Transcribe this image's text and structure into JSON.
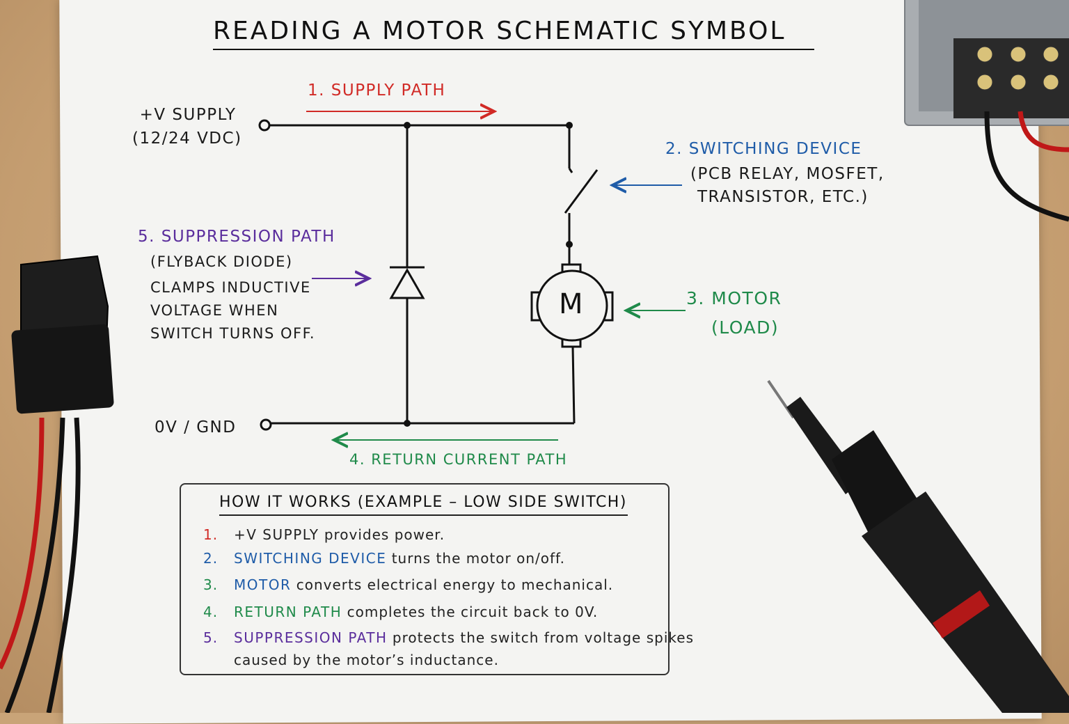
{
  "title": "READING A MOTOR SCHEMATIC SYMBOL",
  "supply": {
    "line1": "+V SUPPLY",
    "line2": "(12/24 VDC)"
  },
  "ground": "0V / GND",
  "labels": {
    "supply_path": "1. SUPPLY PATH",
    "switch_title": "2. SWITCHING DEVICE",
    "switch_line2": "(PCB RELAY, MOSFET,",
    "switch_line3": "TRANSISTOR, ETC.)",
    "motor_title": "3. MOTOR",
    "motor_line2": "(LOAD)",
    "return_path": "4. RETURN CURRENT PATH",
    "suppression_title": "5. SUPPRESSION PATH",
    "suppression_line2": "(FLYBACK DIODE)",
    "suppression_line3": "CLAMPS INDUCTIVE",
    "suppression_line4": "VOLTAGE WHEN",
    "suppression_line5": "SWITCH TURNS OFF."
  },
  "motor_symbol": "M",
  "how_it_works": {
    "heading": "HOW IT WORKS (EXAMPLE – LOW SIDE SWITCH)",
    "steps": [
      {
        "num": "1.",
        "keyword": "+V SUPPLY",
        "text": "provides power."
      },
      {
        "num": "2.",
        "keyword": "SWITCHING DEVICE",
        "text": "turns the motor on/off."
      },
      {
        "num": "3.",
        "keyword": "MOTOR",
        "text": "converts electrical energy to mechanical."
      },
      {
        "num": "4.",
        "keyword": "RETURN PATH",
        "text": "completes the circuit back to 0V."
      },
      {
        "num": "5.",
        "keyword": "SUPPRESSION PATH",
        "text": "protects the switch from voltage spikes",
        "continuation": "caused by the motor’s inductance."
      }
    ]
  },
  "colors": {
    "supply": "#d12a26",
    "switching": "#1f5ca8",
    "motor": "#1f8a4a",
    "return": "#1f8a4a",
    "suppression": "#5a2d9c"
  },
  "icons": [
    "power-supply-icon",
    "connector-plug-icon",
    "multimeter-probe-icon",
    "motor-symbol-icon",
    "diode-symbol-icon",
    "switch-symbol-icon"
  ]
}
